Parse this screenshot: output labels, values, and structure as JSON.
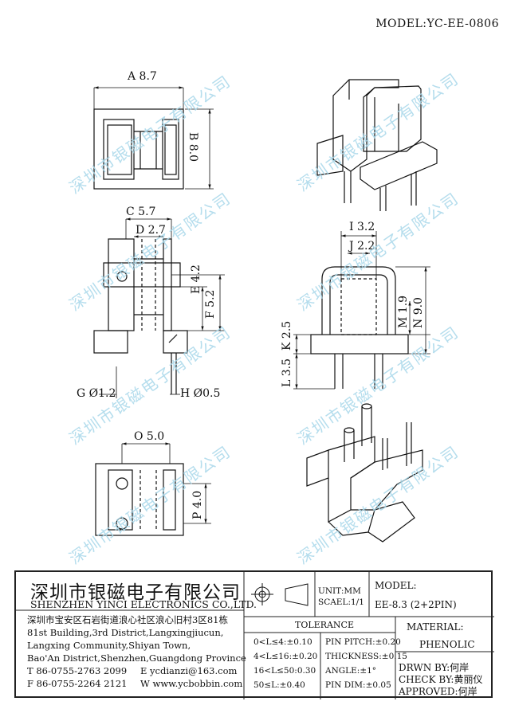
{
  "model_top": "MODEL:YC-EE-0806",
  "watermark": "深圳市银磁电子有限公司",
  "dimensions": {
    "A": "A 8.7",
    "B": "B 8.0",
    "C": "C 5.7",
    "D": "D 2.7",
    "E": "E 4.2",
    "F": "F 5.2",
    "G": "G Ø1.2",
    "H": "H Ø0.5",
    "I": "I 3.2",
    "J": "J 2.2",
    "K": "K 2.5",
    "L": "L 3.5",
    "M": "M 1.9",
    "N": "N 9.0",
    "O": "O 5.0",
    "P": "P 4.0"
  },
  "title_block": {
    "company_cn": "深圳市银磁电子有限公司",
    "company_en": "SHENZHEN YINCI ELECTRONICS CO.,LTD.",
    "address_cn": "深圳市宝安区石岩街道浪心社区浪心旧村3区81栋",
    "address_en": [
      "81st Building,3rd District,Langxingjiucun,",
      "Langxing Community,Shiyan Town,",
      "Bao'An District,Shenzhen,Guangdong Province"
    ],
    "tel": "T 86-0755-2763 2099",
    "email": "E ycdianzi@163.com",
    "fax": "F 86-0755-2264 2121",
    "web": "W www.ycbobbin.com",
    "unit": "UNIT:MM",
    "scale": "SCAEL:1/1",
    "model_label": "MODEL:",
    "model_value": "EE-8.3 (2+2PIN)",
    "tolerance_title": "TOLERANCE",
    "tolerance_left": [
      "0<L≤4:±0.10",
      "4<L≤16:±0.20",
      "16<L≤50:0.30",
      "50≤L:±0.40"
    ],
    "tolerance_right": [
      "PIN PITCH:±0.20",
      "THICKNESS:±0.15",
      "ANGLE:±1°",
      "PIN DIM:±0.05"
    ],
    "material_label": "MATERIAL:",
    "material_value": "PHENOLIC",
    "drawn_by": "DRWN BY:何岸",
    "check_by": "CHECK BY:黄丽仪",
    "approved": "APPROVED:何岸"
  }
}
